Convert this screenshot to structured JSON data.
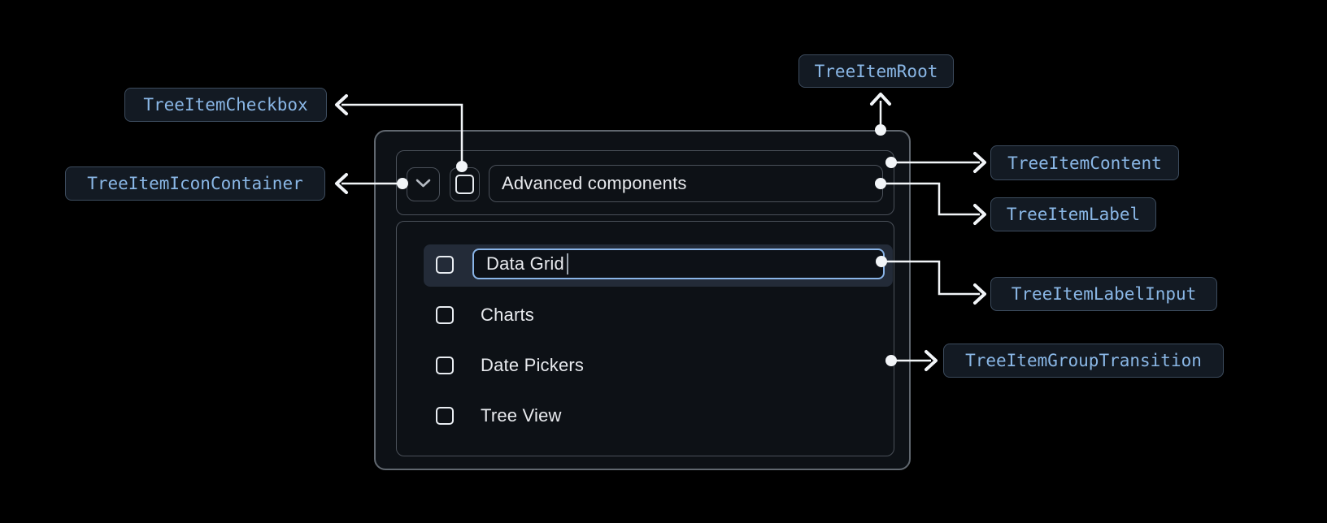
{
  "colors": {
    "page_bg": "#000000",
    "panel_bg": "#0d1116",
    "panel_border": "#60676f",
    "inner_border": "#4a5059",
    "editing_row_bg": "#232b38",
    "input_border": "#8ab5e8",
    "input_bg": "#0d1117",
    "tree_text": "#e8eaee",
    "checkbox_border": "#e9edf2",
    "chevron_color": "#b4bac2",
    "caret_color": "#9aa3ad",
    "annotation_bg": "#131a23",
    "annotation_border": "#3d4c5e",
    "annotation_text": "#8ab7e6",
    "connector": "#f2f5f8"
  },
  "annotations": {
    "root": {
      "label": "TreeItemRoot"
    },
    "checkbox": {
      "label": "TreeItemCheckbox"
    },
    "icon_container": {
      "label": "TreeItemIconContainer"
    },
    "content": {
      "label": "TreeItemContent"
    },
    "item_label": {
      "label": "TreeItemLabel"
    },
    "label_input": {
      "label": "TreeItemLabelInput"
    },
    "group_transition": {
      "label": "TreeItemGroupTransition"
    }
  },
  "tree": {
    "parent_item": {
      "label": "Advanced components",
      "expanded": true,
      "checked": false
    },
    "editing_item": {
      "input_value": "Data Grid",
      "checked": false
    },
    "items": [
      {
        "label": "Charts",
        "checked": false
      },
      {
        "label": "Date Pickers",
        "checked": false
      },
      {
        "label": "Tree View",
        "checked": false
      }
    ]
  }
}
